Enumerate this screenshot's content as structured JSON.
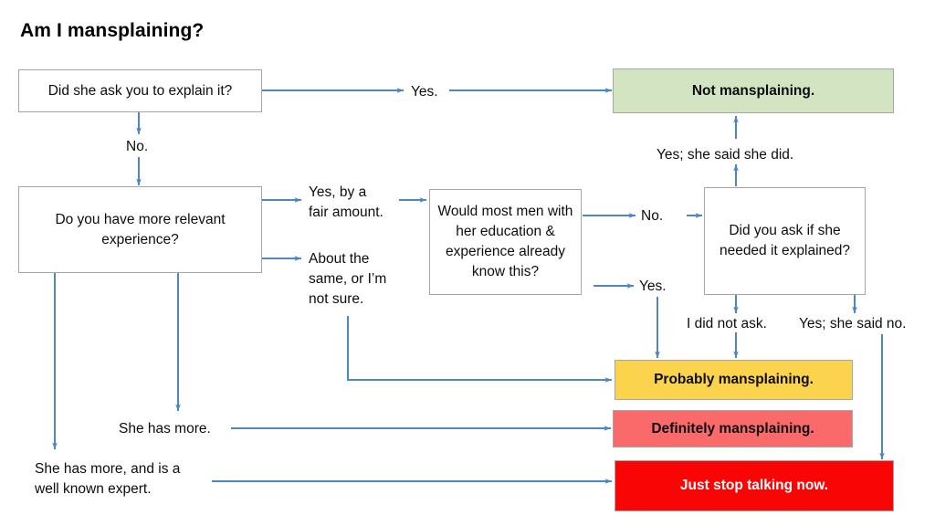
{
  "page": {
    "title": "Am I mansplaining?",
    "background": "#ffffff",
    "arrow_color": "#4a87c4",
    "box_border_color": "#a6a6a6"
  },
  "nodes": {
    "q_asked": {
      "text": "Did she ask you to explain it?",
      "kind": "question",
      "color": "#ffffff"
    },
    "q_experience": {
      "text": "Do you have more relevant experience?",
      "kind": "question",
      "color": "#ffffff"
    },
    "q_most_men": {
      "text": "Would most men with her education & experience already know this?",
      "kind": "question",
      "color": "#ffffff"
    },
    "q_did_you_ask": {
      "text": "Did you ask if she needed it explained?",
      "kind": "question",
      "color": "#ffffff"
    },
    "t_not": {
      "text": "Not mansplaining.",
      "kind": "terminal",
      "color": "#d3e4c3"
    },
    "t_probably": {
      "text": "Probably mansplaining.",
      "kind": "terminal",
      "color": "#fcd34c"
    },
    "t_definitely": {
      "text": "Definitely mansplaining.",
      "kind": "terminal",
      "color": "#fb6a6a"
    },
    "t_stop": {
      "text": "Just stop talking now.",
      "kind": "terminal",
      "color": "#fa0505"
    }
  },
  "labels": {
    "yes": "Yes.",
    "no": "No.",
    "yes_by_fair": "Yes, by a\nfair amount.",
    "about_same": "About the\nsame, or I’m\nnot sure.",
    "no_2": "No.",
    "yes_2": "Yes.",
    "yes_she_said_she_did": "Yes; she said she did.",
    "i_did_not_ask": "I did not ask.",
    "yes_she_said_no": "Yes; she said no.",
    "she_has_more": "She has more.",
    "she_has_more_expert": "She has more, and is a\nwell known expert."
  }
}
